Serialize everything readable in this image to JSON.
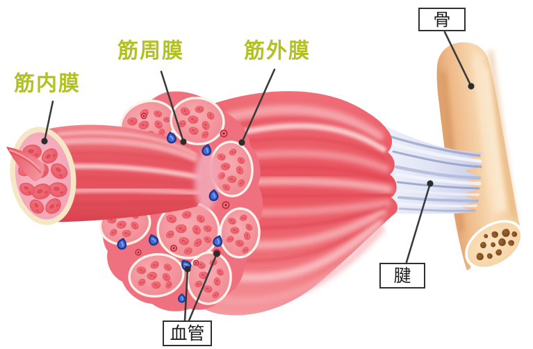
{
  "figure": {
    "type": "muscle anatomy diagram",
    "background_color": "#ffffff"
  },
  "labels": {
    "endomysium": {
      "text": "筋内膜",
      "color": "#b2c120",
      "style": "plain"
    },
    "perimysium": {
      "text": "筋周膜",
      "color": "#b2c120",
      "style": "plain"
    },
    "epimysium": {
      "text": "筋外膜",
      "color": "#b2c120",
      "style": "plain"
    },
    "bone": {
      "text": "骨",
      "color": "#1e1e1e",
      "style": "boxed"
    },
    "tendon": {
      "text": "腱",
      "color": "#1e1e1e",
      "style": "boxed"
    },
    "blood_vessel": {
      "text": "血管",
      "color": "#1e1e1e",
      "style": "boxed"
    }
  },
  "palette": {
    "label_green": "#b2c120",
    "leader_line": "#3a3a3a",
    "muscle_red": "#e8505b",
    "muscle_highlight": "#f8b9bd",
    "cross_section_rim": "#ef7180",
    "cross_section_light_band": "#fbc9d1",
    "perimysium_matrix": "#f3a4b5",
    "fascicle_fill": "#f28e97",
    "fiber_red": "#e85260",
    "endomysium_ring": "#f5e7c5",
    "vessel_blue": "#3f6ed6",
    "vessel_red": "#c62b3f",
    "tendon_white": "#eef1f9",
    "tendon_shade": "#9aa3c9",
    "bone_tan": "#f3c694",
    "bone_marrow_spot": "#7c4a1d"
  }
}
